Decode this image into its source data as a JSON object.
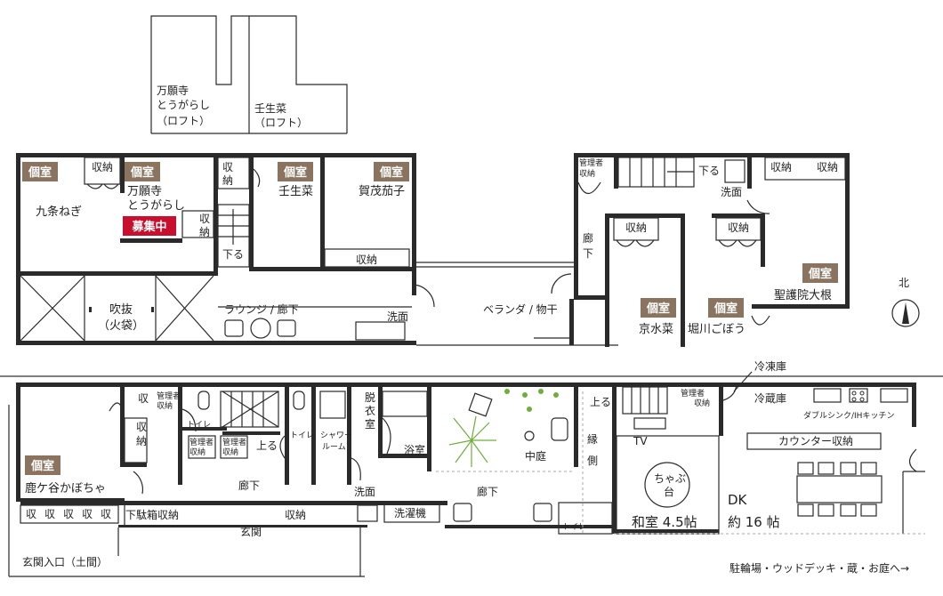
{
  "rooms": {
    "loft_manganji": [
      "万願寺",
      "とうがらし",
      "（ロフト）"
    ],
    "loft_mibuna": [
      "壬生菜",
      "（ロフト）"
    ],
    "kujo_negi": "九条ねぎ",
    "manganji": [
      "万願寺",
      "とうがらし"
    ],
    "mibuna": "壬生菜",
    "kamo_nasu": "賀茂茄子",
    "shogoin": "聖護院大根",
    "kyomizuna": "京水菜",
    "horikawa": "堀川ごぼう",
    "shishigatani": "鹿ケ谷かぼちゃ"
  },
  "tags": {
    "private_room": "個室",
    "recruiting": "募集中"
  },
  "labels": {
    "storage": "収納",
    "storage_short": "収",
    "storage_v": [
      "収",
      "納"
    ],
    "down": "下る",
    "up": "上る",
    "fukinuke": [
      "吹抜",
      "（火袋）"
    ],
    "lounge": "ラウンジ / 廊下",
    "senmen": "洗面",
    "veranda": "ベランダ / 物干",
    "rouka": "廊下",
    "rouka_v": [
      "廊",
      "下"
    ],
    "kanrisha_storage": [
      "管理者",
      "収納"
    ],
    "north": "北",
    "freezer": "冷凍庫",
    "fridge": "冷蔵庫",
    "double_sink": "ダブルシンク/IHキッチン",
    "counter_storage": "カウンター収納",
    "toilet": "トイレ",
    "shower": [
      "シャワー",
      "ルーム"
    ],
    "datsui": [
      "脱",
      "衣",
      "室"
    ],
    "bath": "浴室",
    "courtyard": "中庭",
    "engawa": [
      "縁",
      "側"
    ],
    "tv": "TV",
    "chabudai": [
      "ちゃぶ",
      "台"
    ],
    "washitsu": "和室 4.5帖",
    "dk": [
      "DK",
      "約 16 帖"
    ],
    "shoebox": "下駄箱収納",
    "genkan": "玄関",
    "washer": "洗濯機",
    "entrance": "玄関入口（土間）",
    "outside": "駐輪場・ウッドデッキ・蔵・お庭へ→"
  }
}
